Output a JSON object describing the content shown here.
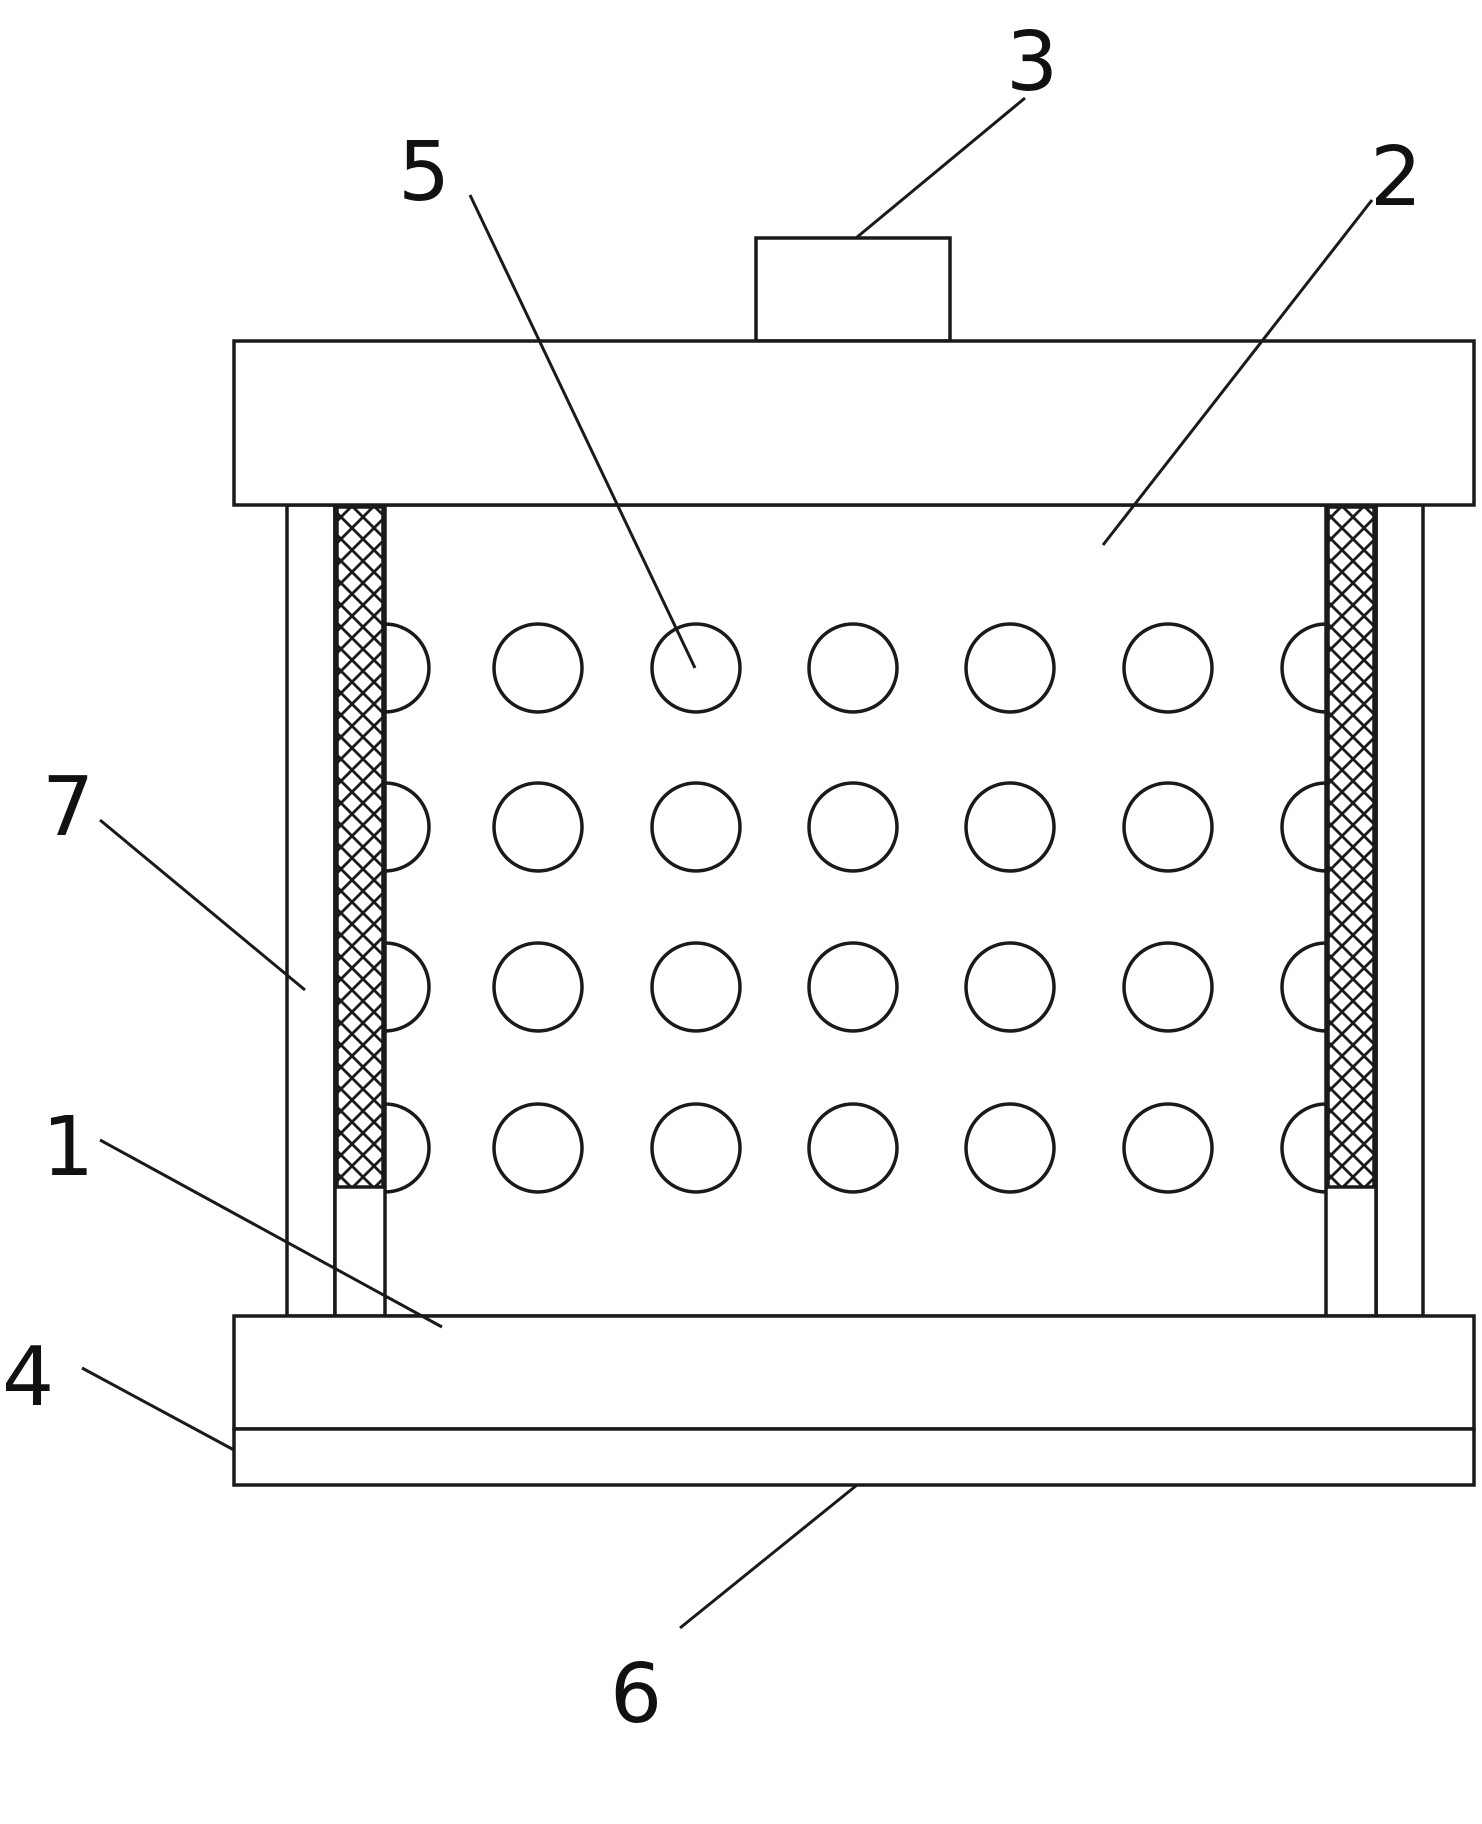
{
  "figure": {
    "labels": {
      "part_1": "1",
      "part_2": "2",
      "part_3": "3",
      "part_4": "4",
      "part_5": "5",
      "part_6": "6",
      "part_7": "7"
    },
    "colors": {
      "stroke": "#1a1a1a",
      "fill": "#ffffff"
    },
    "hole_grid": {
      "rows": 4,
      "columns": 6,
      "half_holes_per_side": 4
    }
  }
}
